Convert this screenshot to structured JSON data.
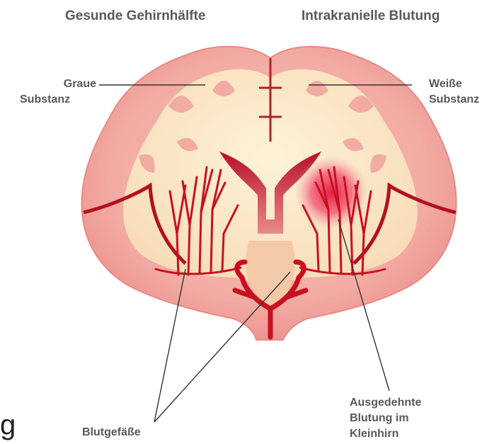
{
  "titles": {
    "left": "Gesunde Gehirnhälfte",
    "right": "Intrakranielle Blutung"
  },
  "labels": {
    "grey_matter": [
      "Graue",
      "Substanz"
    ],
    "white_matter": [
      "Weiße",
      "Substanz"
    ],
    "vessels": "Blutgefäße",
    "bleeding": [
      "Ausgedehnte",
      "Blutung im",
      "Kleinhirn"
    ]
  },
  "stray_text": "g",
  "colors": {
    "label_text": "#595959",
    "cortex": "#f0a7a0",
    "white_matter": "#fbe7c7",
    "vessel": "#c8101f",
    "bleed": "#e8204a"
  }
}
